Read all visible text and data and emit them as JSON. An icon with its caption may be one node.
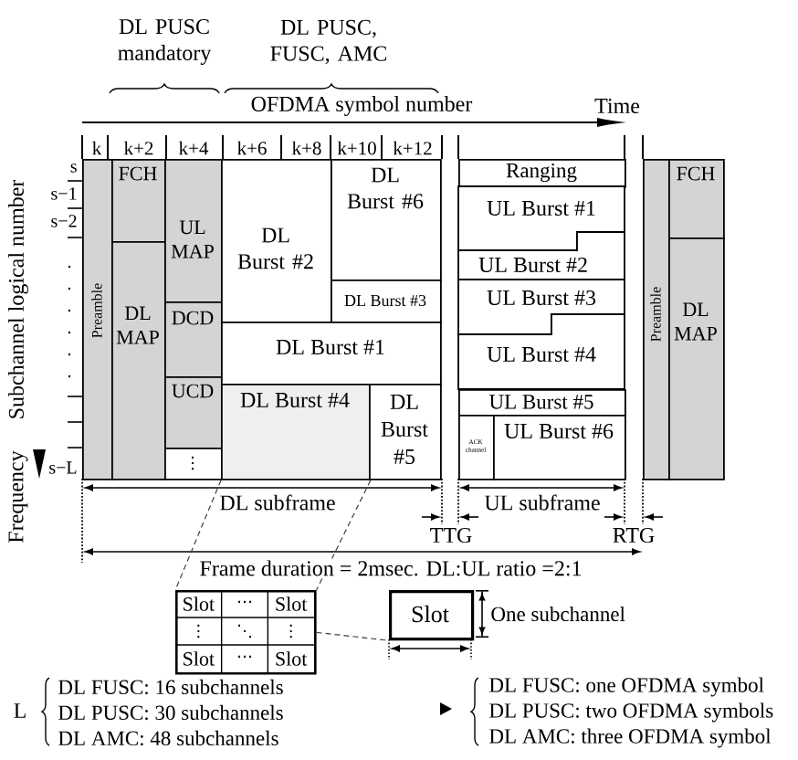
{
  "diagram": {
    "nodes": [
      {
        "text": [
          "Preamble"
        ]
      },
      {
        "text": [
          "FCH"
        ]
      },
      {
        "text": [
          "DL MAP"
        ]
      },
      {
        "text": [
          "UL MAP"
        ]
      },
      {
        "text": [
          "DCD"
        ]
      },
      {
        "text": [
          "UCD"
        ]
      },
      {
        "text": [
          "⋮"
        ]
      },
      {
        "text": [
          "DL Burst #2"
        ]
      },
      {
        "text": [
          "DL Burst #6"
        ]
      },
      {
        "text": [
          "DL Burst #3"
        ]
      },
      {
        "text": [
          "DL Burst #1"
        ]
      },
      {
        "text": [
          "DL Burst #4"
        ]
      },
      {
        "text": [
          "DL Burst #5"
        ]
      },
      {
        "text": [
          "Ranging"
        ]
      },
      {
        "text": [
          "UL Burst #1"
        ]
      },
      {
        "text": [
          "UL Burst #2"
        ]
      },
      {
        "text": [
          "UL Burst #3"
        ]
      },
      {
        "text": [
          "UL Burst #4"
        ]
      },
      {
        "text": [
          "UL Burst #5"
        ]
      },
      {
        "text": [
          "ACK channel"
        ]
      },
      {
        "text": [
          "UL Burst #6"
        ]
      },
      {
        "text": [
          "Preamble"
        ]
      },
      {
        "text": [
          "FCH"
        ]
      },
      {
        "text": [
          "DL MAP"
        ]
      },
      {
        "text": [
          "Slot",
          "⋯",
          "Slot",
          "⋮",
          "⋱",
          "⋮",
          "Slot",
          "⋯",
          "Slot"
        ]
      },
      {
        "text": [
          "Slot"
        ],
        "beside": [
          "One subchannel"
        ]
      }
    ],
    "edges": [
      {
        "from": 11,
        "to": 24,
        "arrow": "none",
        "style": "dashed"
      },
      {
        "from": 11,
        "to": 24,
        "arrow": "none",
        "style": "dashed"
      },
      {
        "from": 24,
        "to": 25,
        "arrow": "none",
        "style": "dashed"
      }
    ],
    "labels": [
      "DL PUSC mandatory",
      "DL PUSC, FUSC, AMC",
      "OFDMA symbol number",
      "Time",
      "k",
      "k+2",
      "k+4",
      "k+6",
      "k+8",
      "k+10",
      "k+12",
      "s",
      "s−1",
      "s−2",
      "Subchannel logical number",
      "s−L",
      "Frequency",
      "DL subframe",
      "UL subframe",
      "TTG",
      "RTG",
      "Frame duration = 2msec. DL:UL ratio =2:1",
      "L",
      "DL FUSC: 16 subchannels",
      "DL PUSC: 30 subchannels",
      "DL AMC: 48 subchannels",
      "DL FUSC: one OFDMA symbol",
      "DL PUSC: two OFDMA symbols",
      "DL AMC: three OFDMA symbol"
    ]
  }
}
